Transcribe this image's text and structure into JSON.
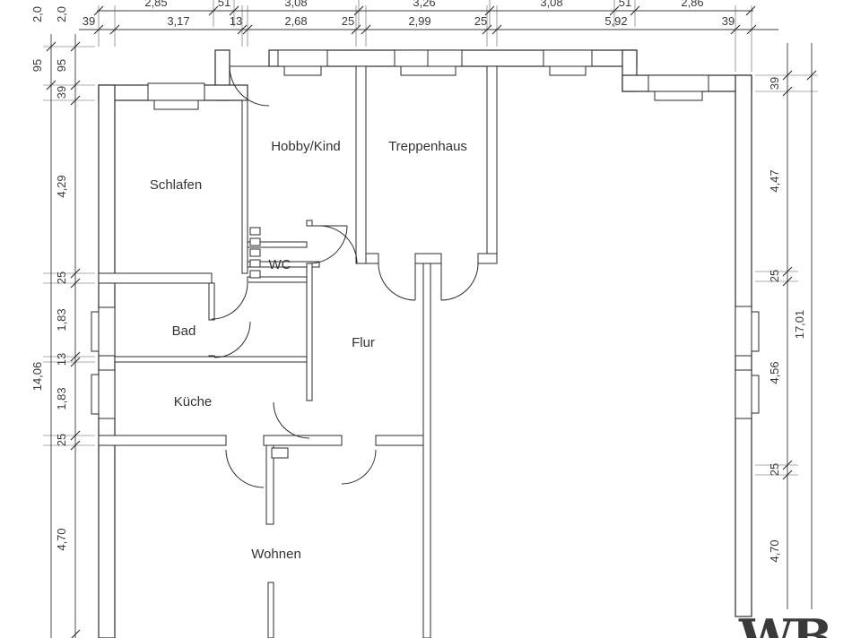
{
  "plan": {
    "rooms": [
      {
        "id": "schlafen",
        "label": "Schlafen"
      },
      {
        "id": "hobby-kind",
        "label": "Hobby/Kind"
      },
      {
        "id": "treppenhaus",
        "label": "Treppenhaus"
      },
      {
        "id": "wc",
        "label": "WC"
      },
      {
        "id": "bad",
        "label": "Bad"
      },
      {
        "id": "flur",
        "label": "Flur"
      },
      {
        "id": "kueche",
        "label": "Küche"
      },
      {
        "id": "wohnen",
        "label": "Wohnen"
      }
    ]
  },
  "dimensions": {
    "top_upper": [
      "2,85",
      "51",
      "3,08",
      "3,26",
      "3,08",
      "51",
      "2,86"
    ],
    "top_main": [
      "39",
      "3,17",
      "13",
      "2,68",
      "25",
      "2,99",
      "25",
      "5,92",
      "39"
    ],
    "left_outer": [
      "2,0",
      "95",
      "14,06"
    ],
    "left_inner": [
      "2,0",
      "95",
      "39",
      "4,29",
      "25",
      "1,83",
      "13",
      "1,83",
      "25",
      "4,70"
    ],
    "right_main": [
      "39",
      "4,47",
      "25",
      "4,56",
      "25",
      "4,70"
    ],
    "right_total": [
      "17,01"
    ]
  },
  "logo": {
    "text": "WB",
    "color": "#2c6e5e"
  }
}
